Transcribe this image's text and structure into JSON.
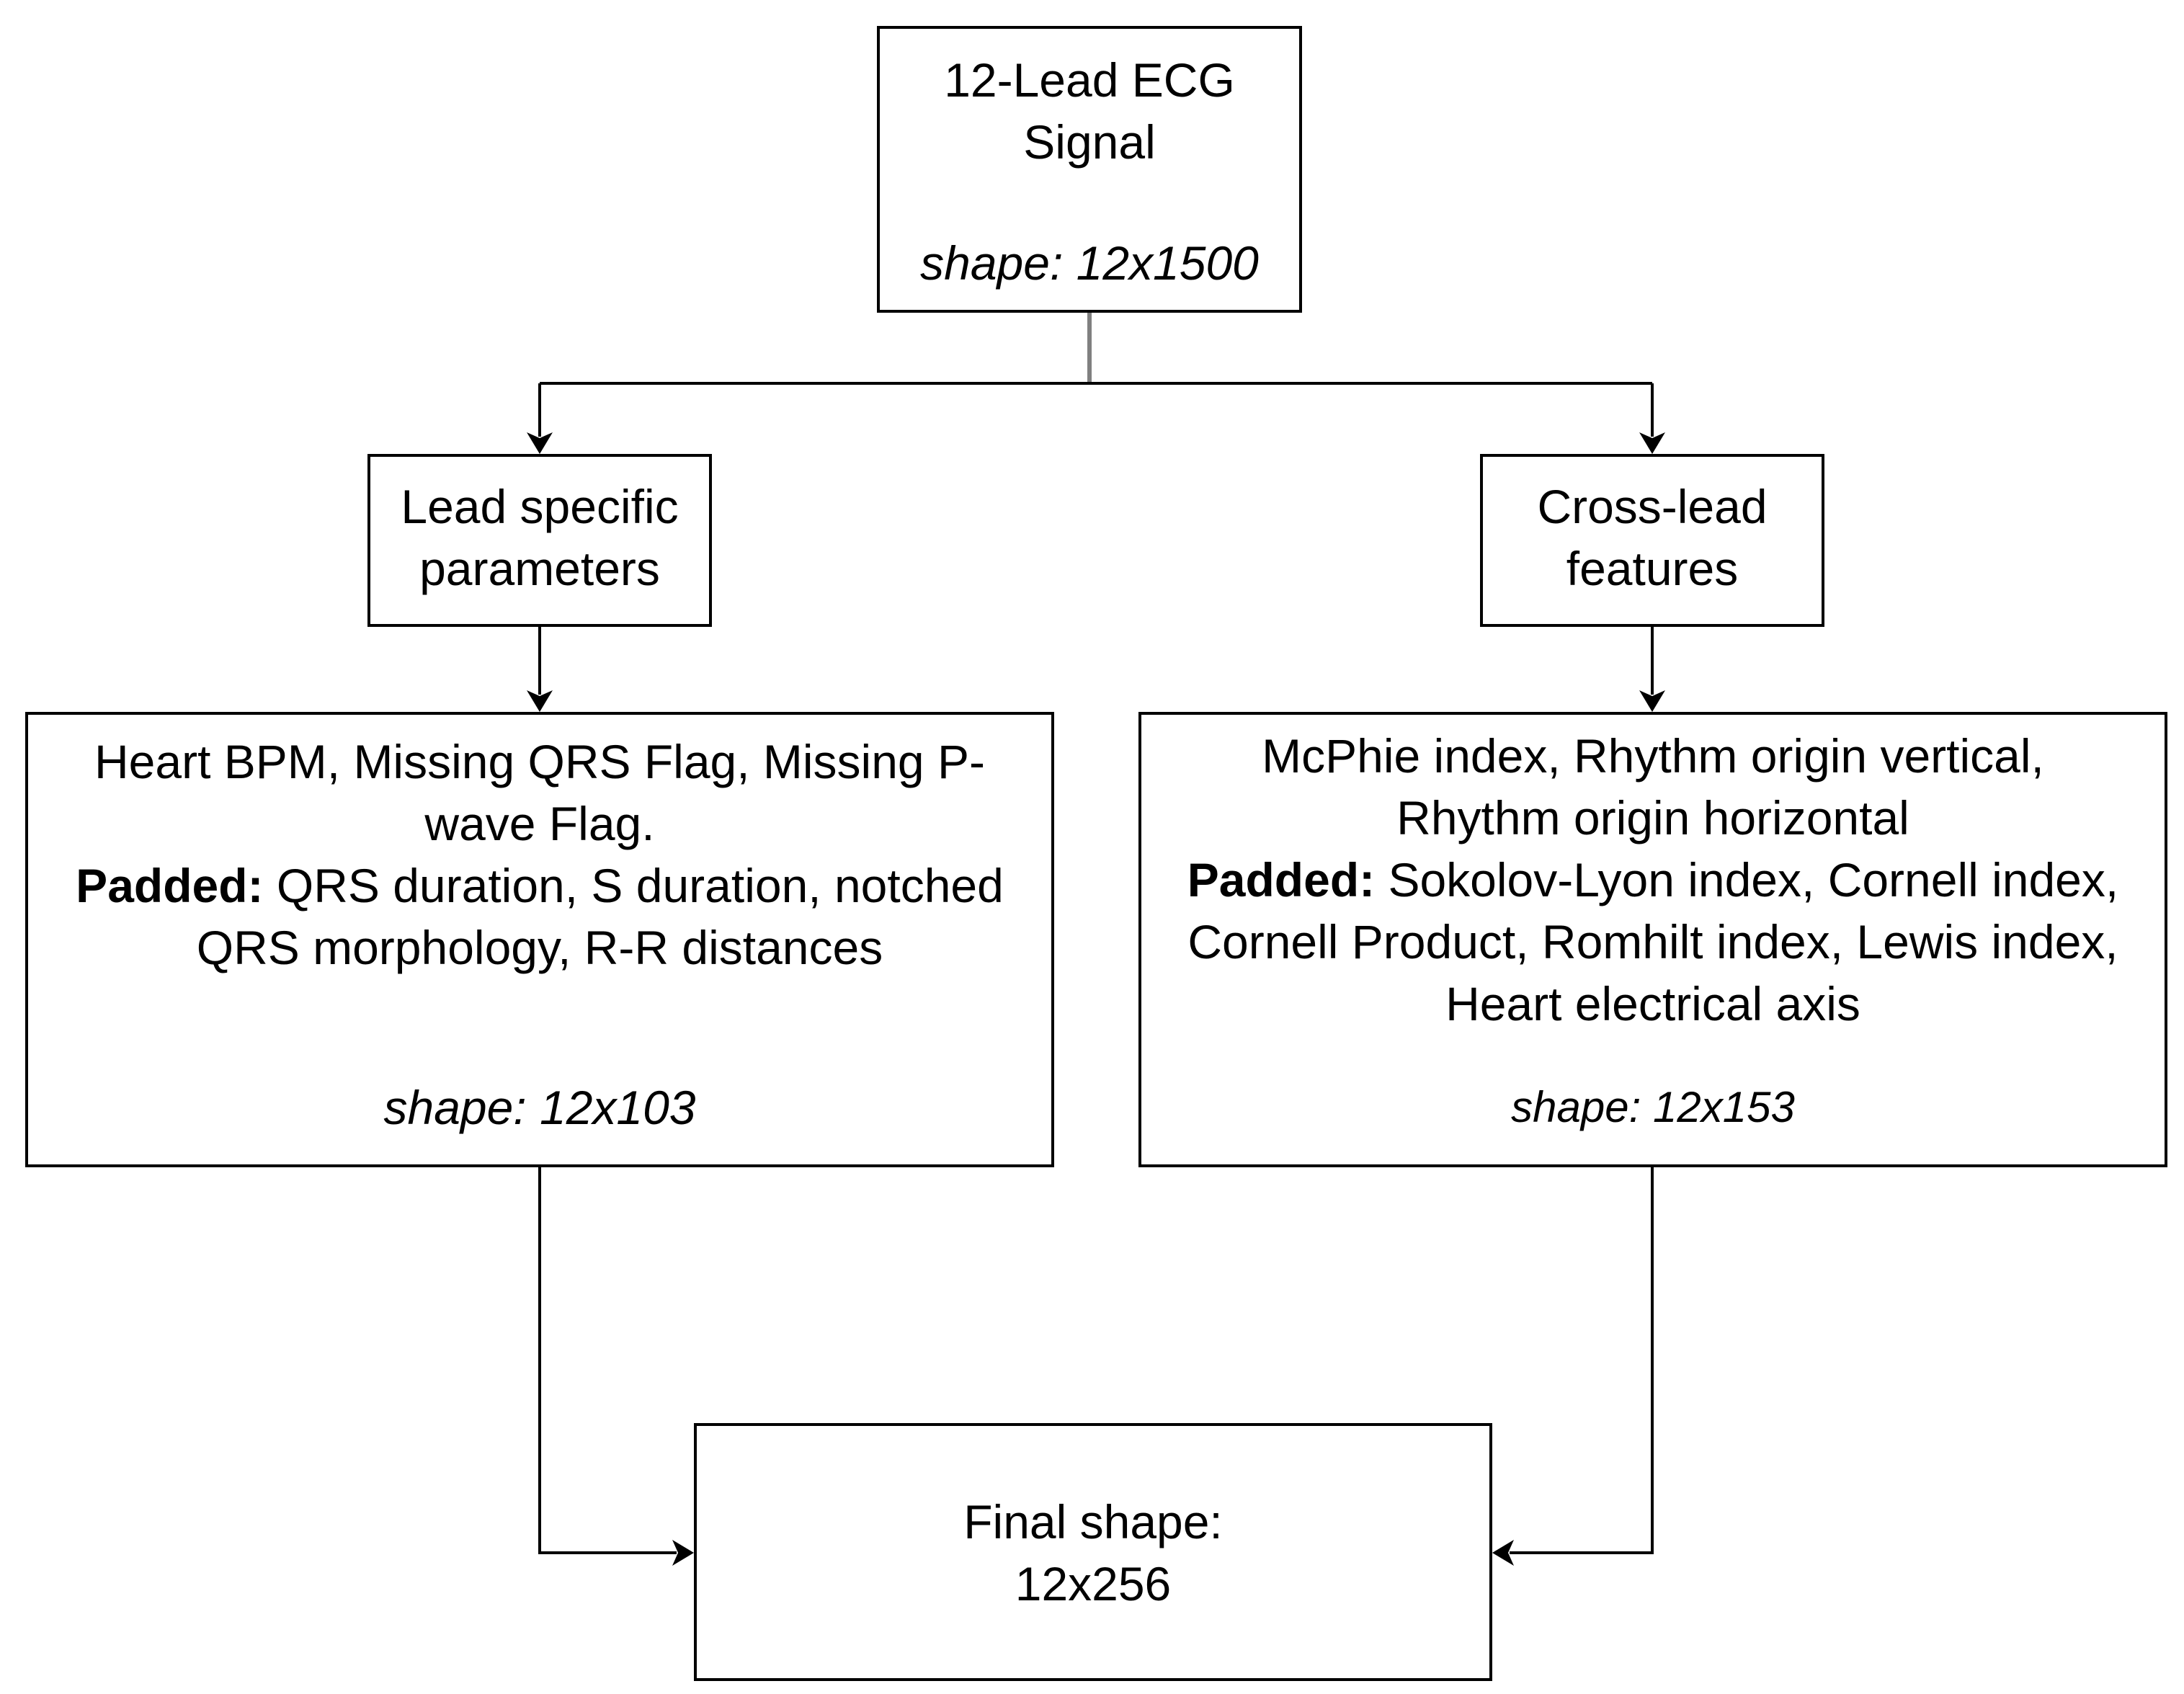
{
  "nodes": {
    "signal": {
      "title_line1": "12-Lead ECG",
      "title_line2": "Signal",
      "shape": "shape: 12x1500"
    },
    "lead_specific": {
      "line1": "Lead specific",
      "line2": "parameters"
    },
    "cross_lead": {
      "line1": "Cross-lead",
      "line2": "features"
    },
    "lead_features": {
      "line1": "Heart BPM, Missing QRS Flag, Missing P-",
      "line2": "wave Flag.",
      "padded_label": "Padded:",
      "line3_rest": " QRS duration, S duration, notched",
      "line4": "QRS morphology, R-R distances",
      "shape": "shape: 12x103"
    },
    "cross_features": {
      "line1": "McPhie index, Rhythm origin vertical,",
      "line2": "Rhythm origin horizontal",
      "padded_label": "Padded:",
      "line3_rest": " Sokolov-Lyon index, Cornell index,",
      "line4": "Cornell Product, Romhilt index, Lewis index,",
      "line5": "Heart electrical axis",
      "shape": "shape: 12x153"
    },
    "final": {
      "line1": "Final shape:",
      "line2": "12x256"
    }
  },
  "colors": {
    "stroke": "#000000",
    "trunk_stroke": "#808080",
    "background": "#ffffff"
  }
}
